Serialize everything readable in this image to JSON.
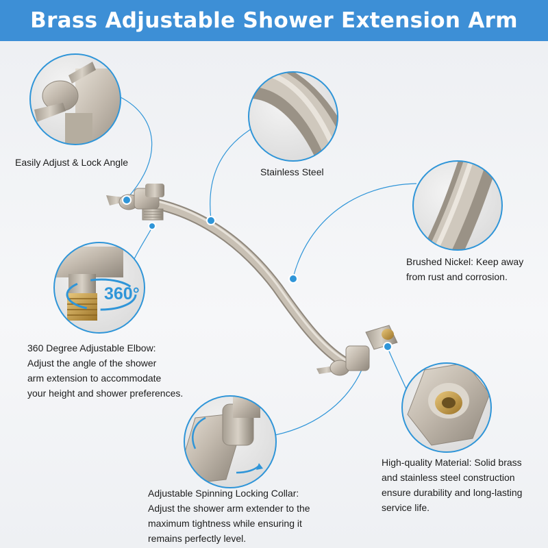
{
  "title": "Brass Adjustable Shower Extension Arm",
  "colors": {
    "banner": "#3d8fd6",
    "accent": "#2f95d8",
    "nickel": "#bdb5aa"
  },
  "callouts": {
    "lock_angle": {
      "lines": [
        "Easily Adjust & Lock Angle"
      ]
    },
    "stainless": {
      "lines": [
        "Stainless Steel"
      ]
    },
    "brushed": {
      "lines": [
        "Brushed Nickel: Keep away",
        "from rust and corrosion."
      ]
    },
    "elbow": {
      "badge": "360°",
      "lines": [
        "360 Degree Adjustable Elbow:",
        "Adjust the angle of the shower",
        "arm extension to accommodate",
        "your height and shower preferences."
      ]
    },
    "material": {
      "lines": [
        "High-quality Material: Solid brass",
        "and stainless steel construction",
        "ensure durability and long-lasting",
        "service life."
      ]
    },
    "collar": {
      "lines": [
        "Adjustable Spinning Locking Collar:",
        "Adjust the shower arm extender to the",
        "maximum tightness while ensuring it",
        "remains perfectly level."
      ]
    }
  }
}
